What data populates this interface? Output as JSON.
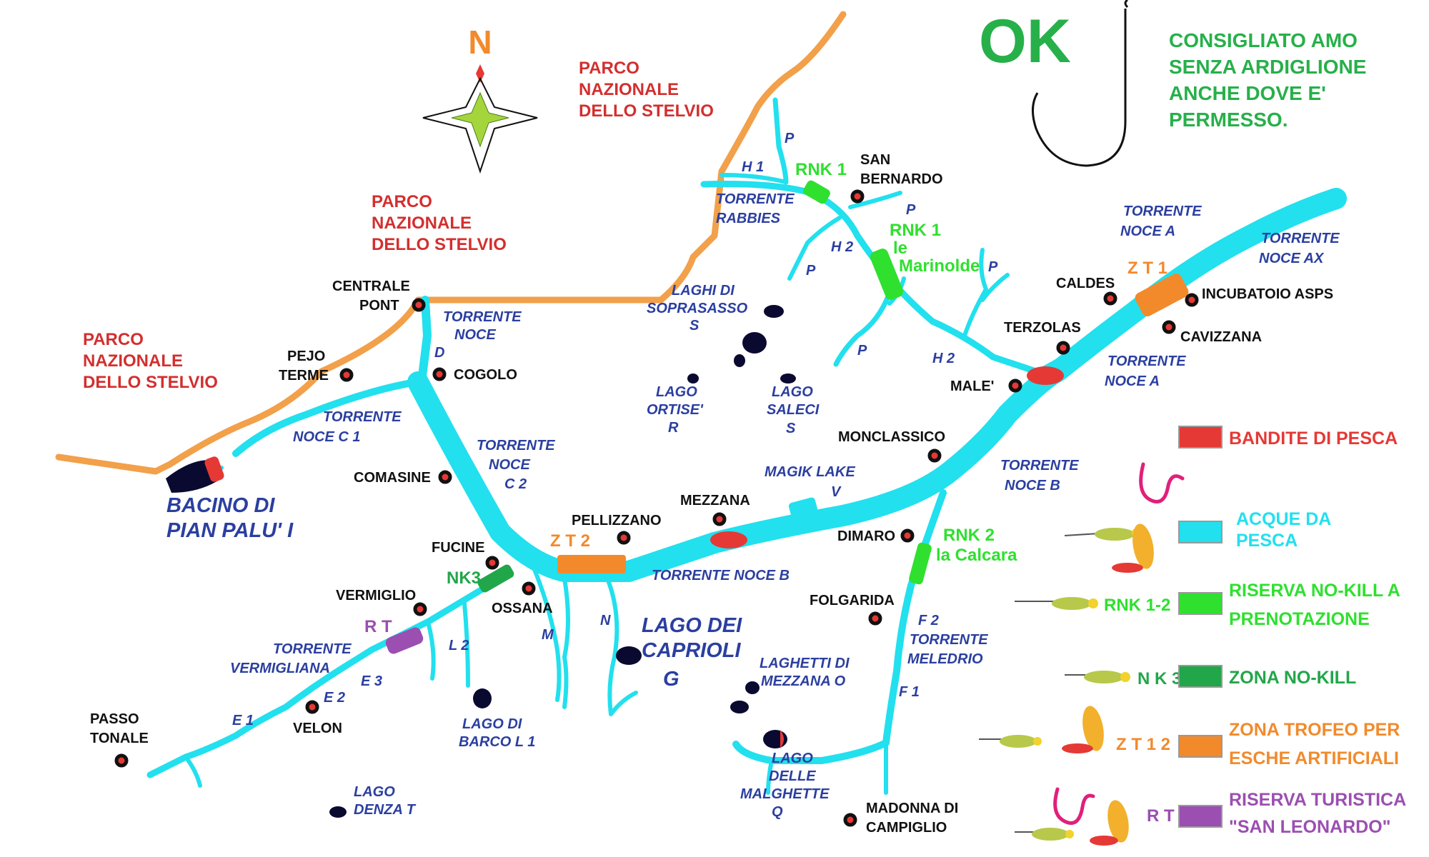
{
  "compass": {
    "label": "N"
  },
  "advice": {
    "ok": "OK",
    "lines": [
      "CONSIGLIATO AMO",
      "SENZA ARDIGLIONE",
      "ANCHE DOVE E'",
      "PERMESSO."
    ]
  },
  "parks": {
    "label_top": [
      "PARCO",
      "NAZIONALE",
      "DELLO STELVIO"
    ],
    "label_mid": [
      "PARCO",
      "NAZIONALE",
      "DELLO STELVIO"
    ],
    "label_left": [
      "PARCO",
      "NAZIONALE",
      "DELLO STELVIO"
    ]
  },
  "places": {
    "centrale_pont": [
      "CENTRALE",
      "PONT"
    ],
    "pejo_terme": [
      "PEJO",
      "TERME"
    ],
    "cogolo": "COGOLO",
    "comasine": "COMASINE",
    "fucine": "FUCINE",
    "ossana": "OSSANA",
    "vermiglio": "VERMIGLIO",
    "velon": "VELON",
    "passo_tonale": [
      "PASSO",
      "TONALE"
    ],
    "pellizzano": "PELLIZZANO",
    "mezzana": "MEZZANA",
    "dimaro": "DIMARO",
    "folgarida": "FOLGARIDA",
    "monclassico": "MONCLASSICO",
    "male": "MALE'",
    "terzolas": "TERZOLAS",
    "caldes": "CALDES",
    "cavizzana": "CAVIZZANA",
    "incubatoio": "INCUBATOIO ASPS",
    "san_bernardo": [
      "SAN",
      "BERNARDO"
    ],
    "madonna": [
      "MADONNA DI",
      "CAMPIGLIO"
    ]
  },
  "waters": {
    "noce_d": [
      "TORRENTE",
      "NOCE",
      "D"
    ],
    "noce_c1": [
      "TORRENTE",
      "NOCE   C 1"
    ],
    "noce_c2": [
      "TORRENTE",
      "NOCE",
      "C 2"
    ],
    "noce_b_mid": "TORRENTE   NOCE  B",
    "noce_b": [
      "TORRENTE",
      "NOCE  B"
    ],
    "noce_a_low": [
      "TORRENTE",
      "NOCE    A"
    ],
    "noce_a_top": [
      "TORRENTE",
      "NOCE  A"
    ],
    "noce_ax": [
      "TORRENTE",
      "NOCE    AX"
    ],
    "rabbies": [
      "TORRENTE",
      "RABBIES"
    ],
    "vermigliana": [
      "TORRENTE",
      "VERMIGLIANA"
    ],
    "meledrio": [
      "TORRENTE",
      "MELEDRIO"
    ],
    "soprasasso": [
      "LAGHI DI",
      "SOPRASASSO",
      "S"
    ],
    "ortise": [
      "LAGO",
      "ORTISE'",
      "R"
    ],
    "saleci": [
      "LAGO",
      "SALECI",
      "S"
    ],
    "magik": [
      "MAGIK  LAKE",
      "V"
    ],
    "barco": [
      "LAGO DI",
      "BARCO  L 1"
    ],
    "denza": [
      "LAGO",
      "DENZA  T"
    ],
    "mezzana_lakes": [
      "LAGHETTI DI",
      "MEZZANA  O"
    ],
    "malghette": [
      "LAGO",
      "DELLE",
      "MALGHETTE",
      "Q"
    ],
    "pian_palu": [
      "BACINO DI",
      "PIAN PALU'  I"
    ],
    "caprioli": [
      "LAGO DEI",
      "CAPRIOLI",
      "G"
    ]
  },
  "section_codes": {
    "p1": "P",
    "p2": "P",
    "p3": "P",
    "p4": "P",
    "p5": "P",
    "h1": "H 1",
    "h2a": "H 2",
    "h2b": "H 2",
    "e1": "E 1",
    "e2": "E 2",
    "e3": "E 3",
    "l2": "L 2",
    "m": "M",
    "n": "N",
    "f1": "F 1",
    "f2": "F 2"
  },
  "zones": {
    "rnk1_top": "RNK 1",
    "rnk1_marinolde": [
      "RNK 1",
      "le",
      "Marinolde"
    ],
    "rnk2": [
      "RNK 2",
      "la Calcara"
    ],
    "nk3": "NK3",
    "zt1": "Z T 1",
    "zt2": "Z T 2",
    "rt": "R T"
  },
  "legend": {
    "items": [
      {
        "code": "",
        "lines": [
          "BANDITE DI PESCA"
        ],
        "color": "#e53935"
      },
      {
        "code": "",
        "lines": [
          "ACQUE DA",
          "PESCA"
        ],
        "color": "#22e0ee"
      },
      {
        "code": "RNK 1-2",
        "lines": [
          "RISERVA NO-KILL A",
          "PRENOTAZIONE"
        ],
        "color": "#2fe02f"
      },
      {
        "code": "N K 3",
        "lines": [
          "ZONA NO-KILL"
        ],
        "color": "#22a64a"
      },
      {
        "code": "Z T 1 2",
        "lines": [
          "ZONA TROFEO PER",
          "ESCHE ARTIFICIALI"
        ],
        "color": "#f28a2c"
      },
      {
        "code": "R T",
        "lines": [
          "RISERVA TURISTICA",
          "\"SAN LEONARDO\""
        ],
        "color": "#9b4fb0"
      }
    ]
  },
  "colors": {
    "water": "#22e0ee",
    "park_boundary": "#f2a04a",
    "lake": "#0a0a30",
    "banned": "#e53935",
    "rnk": "#2fe02f",
    "nk": "#22a64a",
    "trophy": "#f28a2c",
    "tourist": "#9b4fb0"
  }
}
